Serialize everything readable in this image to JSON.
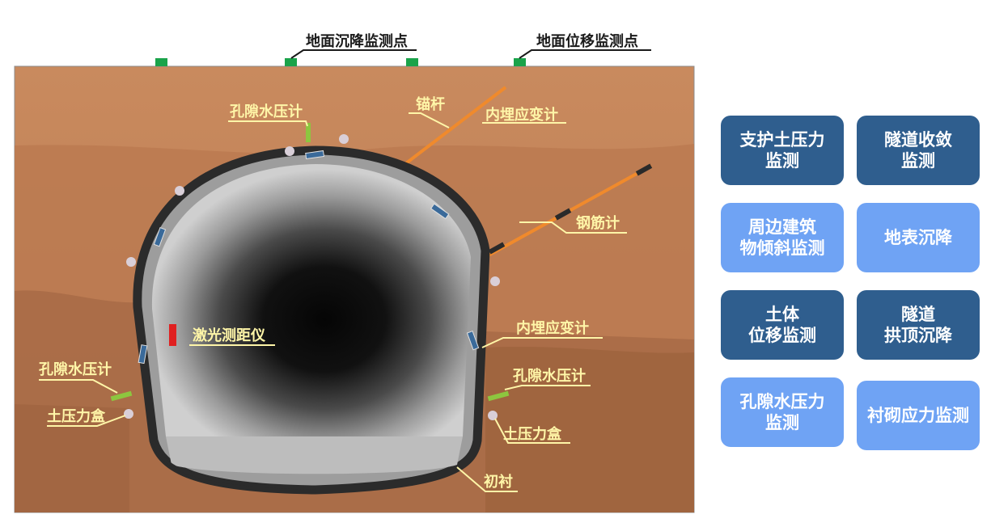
{
  "labels": {
    "ground_settlement_point": "地面沉降监测点",
    "ground_displacement_point": "地面位移监测点",
    "pore_pressure_top": "孔隙水压计",
    "anchor_bolt": "锚杆",
    "embedded_strain_top": "内埋应变计",
    "rebar_meter": "钢筋计",
    "laser_rangefinder": "激光测距仪",
    "embedded_strain_right": "内埋应变计",
    "pore_pressure_left": "孔隙水压计",
    "pore_pressure_right": "孔隙水压计",
    "earth_pressure_box_left": "土压力盒",
    "earth_pressure_box_right": "土压力盒",
    "primary_lining": "初衬"
  },
  "tiles": [
    {
      "label": "支护土压力\n监测",
      "style": "dark"
    },
    {
      "label": "隧道收敛\n监测",
      "style": "dark"
    },
    {
      "label": "周边建筑\n物倾斜监测",
      "style": "light"
    },
    {
      "label": "地表沉降",
      "style": "light"
    },
    {
      "label": "土体\n位移监测",
      "style": "dark"
    },
    {
      "label": "隧道\n拱顶沉降",
      "style": "dark"
    },
    {
      "label": "孔隙水压力\n监测",
      "style": "light"
    },
    {
      "label": "衬砌应力监测",
      "style": "light"
    }
  ],
  "colors": {
    "tile_dark": "#2f5e8e",
    "tile_light": "#6fa3f4",
    "soil": "#b8734a",
    "marker_green": "#1aa34a",
    "anchor_orange": "#f08a2c",
    "laser_red": "#e02020"
  }
}
